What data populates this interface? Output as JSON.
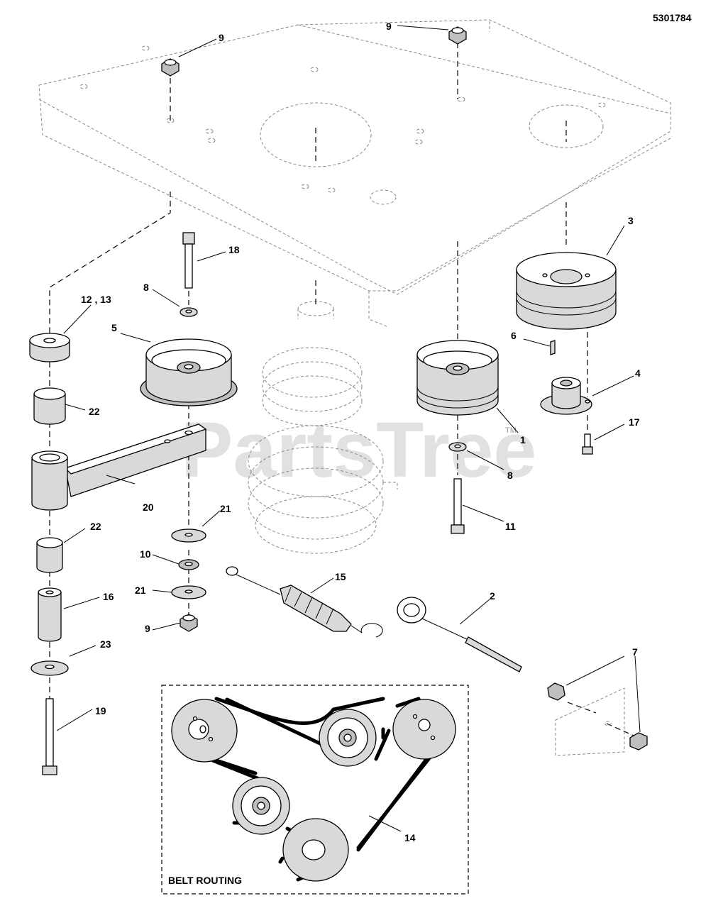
{
  "drawing_number": "5301784",
  "watermark": "PartsTree",
  "watermark_tm": "TM",
  "callouts": {
    "c1": "1",
    "c2": "2",
    "c3": "3",
    "c4": "4",
    "c5": "5",
    "c6": "6",
    "c7": "7",
    "c8a": "8",
    "c8b": "8",
    "c9a": "9",
    "c9b": "9",
    "c9c": "9",
    "c10": "10",
    "c11": "11",
    "c12_13": "12 , 13",
    "c14": "14",
    "c15": "15",
    "c16": "16",
    "c17": "17",
    "c18": "18",
    "c19": "19",
    "c20": "20",
    "c21a": "21",
    "c21b": "21",
    "c22a": "22",
    "c22b": "22",
    "c23": "23"
  },
  "belt_routing_label": "BELT ROUTING"
}
